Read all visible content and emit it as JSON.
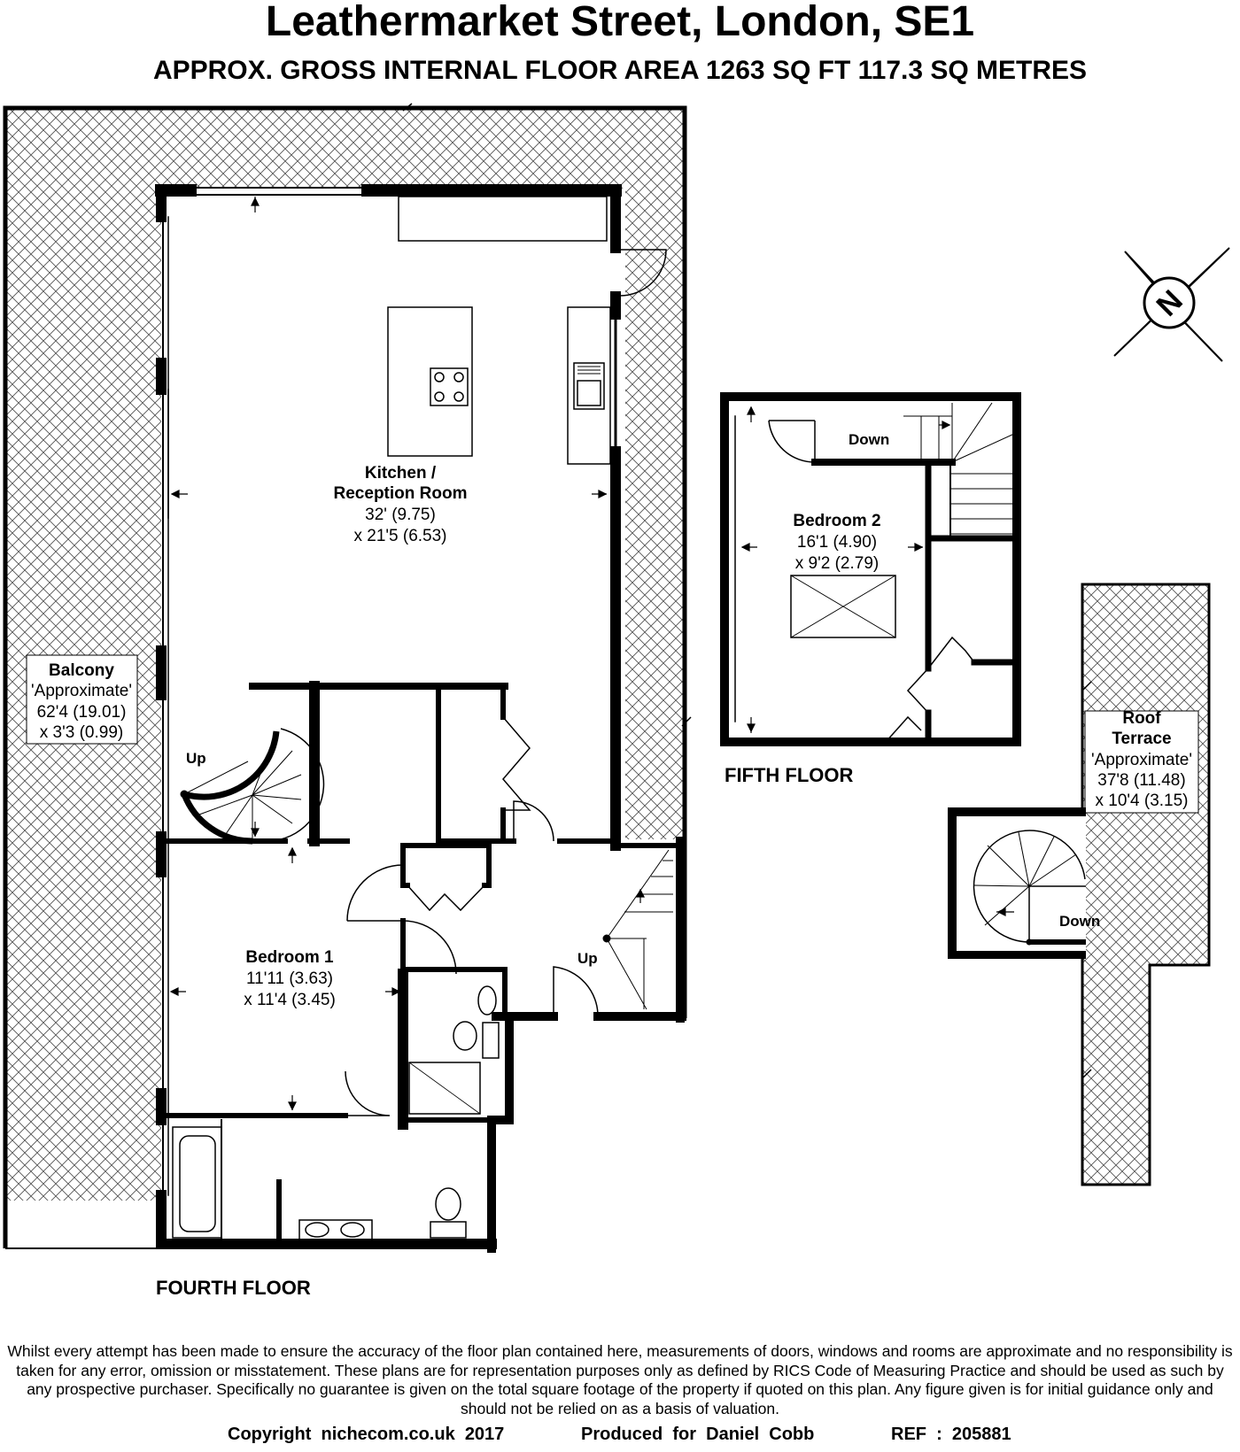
{
  "header": {
    "title": "Leathermarket Street, London, SE1",
    "area": "APPROX. GROSS INTERNAL FLOOR AREA 1263 SQ FT 117.3 SQ METRES"
  },
  "rooms": {
    "kitchen": {
      "name1": "Kitchen /",
      "name2": "Reception Room",
      "dim1": "32' (9.75)",
      "dim2": "x 21'5 (6.53)"
    },
    "balcony": {
      "name": "Balcony",
      "note": "'Approximate'",
      "dim1": "62'4 (19.01)",
      "dim2": "x 3'3 (0.99)"
    },
    "bedroom1": {
      "name": "Bedroom 1",
      "dim1": "11'11 (3.63)",
      "dim2": "x 11'4 (3.45)"
    },
    "bedroom2": {
      "name": "Bedroom 2",
      "dim1": "16'1 (4.90)",
      "dim2": "x 9'2 (2.79)"
    },
    "roof_terrace": {
      "name1": "Roof",
      "name2": "Terrace",
      "note": "'Approximate'",
      "dim1": "37'8 (11.48)",
      "dim2": "x 10'4 (3.15)"
    }
  },
  "stairs": {
    "up": "Up",
    "down": "Down"
  },
  "floors": {
    "fourth": "FOURTH FLOOR",
    "fifth": "FIFTH FLOOR"
  },
  "compass": {
    "letter": "N"
  },
  "disclaimer": "Whilst every attempt has been made to ensure the accuracy of the floor plan contained here, measurements of doors, windows and rooms are approximate and no responsibility is taken for any error, omission or misstatement. These plans are for representation purposes only as defined by RICS Code of Measuring Practice and should be used as such by any prospective purchaser. Specifically no guarantee is given on the total square footage of the property if quoted on this plan. Any figure given is for initial guidance only and should not be relied on as a basis of valuation.",
  "footer": {
    "copyright": "Copyright  nichecom.co.uk  2017",
    "produced": "Produced  for  Daniel  Cobb",
    "ref": "REF  :  205881"
  }
}
